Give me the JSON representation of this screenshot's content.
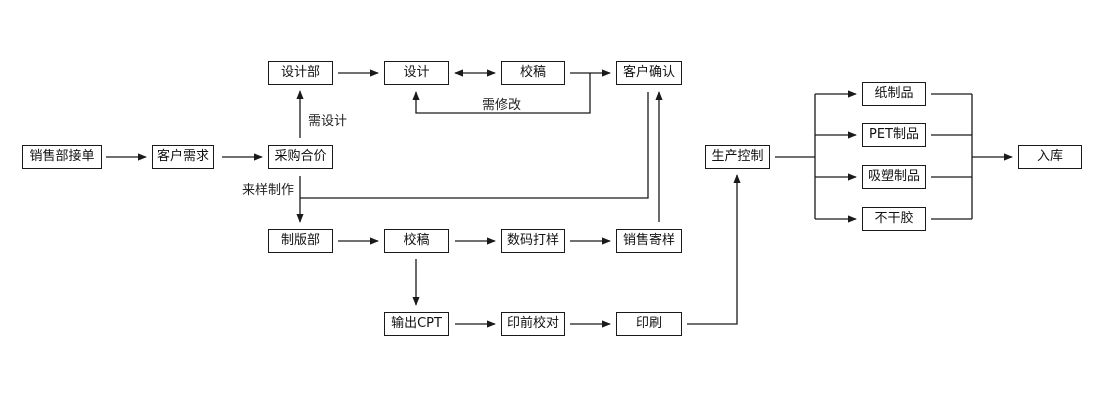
{
  "diagram": {
    "type": "flowchart",
    "colors": {
      "line": "#1a1a1a",
      "box_border": "#1a1a1a",
      "text": "#111111",
      "background": "#ffffff"
    },
    "nodes": {
      "sales_order": "销售部接单",
      "customer_needs": "客户需求",
      "purchase_quote": "采购合价",
      "design_dept": "设计部",
      "design": "设计",
      "proof_top": "校稿",
      "customer_confirm": "客户确认",
      "plate_dept": "制版部",
      "proof_mid": "校稿",
      "digital_proof": "数码打样",
      "sales_sample": "销售寄样",
      "output_cpt": "输出CPT",
      "prepress_check": "印前校对",
      "printing": "印刷",
      "production_control": "生产控制",
      "paper_products": "纸制品",
      "pet_products": "PET制品",
      "blister_products": "吸塑制品",
      "sticker": "不干胶",
      "warehousing": "入库"
    },
    "edge_labels": {
      "needs_design": "需设计",
      "needs_revision": "需修改",
      "sample_production": "来样制作"
    },
    "edges": [
      {
        "from": "sales_order",
        "to": "customer_needs"
      },
      {
        "from": "customer_needs",
        "to": "purchase_quote"
      },
      {
        "from": "purchase_quote",
        "to": "design_dept",
        "label": "needs_design"
      },
      {
        "from": "design_dept",
        "to": "design"
      },
      {
        "from": "design",
        "to": "proof_top",
        "bidirectional": true
      },
      {
        "from": "proof_top",
        "to": "customer_confirm"
      },
      {
        "from": "proof_top",
        "to": "design",
        "label": "needs_revision"
      },
      {
        "from": "purchase_quote",
        "to": "plate_dept",
        "label": "sample_production"
      },
      {
        "from": "customer_confirm",
        "to": "plate_dept"
      },
      {
        "from": "plate_dept",
        "to": "proof_mid"
      },
      {
        "from": "proof_mid",
        "to": "digital_proof"
      },
      {
        "from": "digital_proof",
        "to": "sales_sample"
      },
      {
        "from": "sales_sample",
        "to": "customer_confirm"
      },
      {
        "from": "proof_mid",
        "to": "output_cpt"
      },
      {
        "from": "output_cpt",
        "to": "prepress_check"
      },
      {
        "from": "prepress_check",
        "to": "printing"
      },
      {
        "from": "printing",
        "to": "production_control"
      },
      {
        "from": "production_control",
        "to": "paper_products"
      },
      {
        "from": "production_control",
        "to": "pet_products"
      },
      {
        "from": "production_control",
        "to": "blister_products"
      },
      {
        "from": "production_control",
        "to": "sticker"
      },
      {
        "from": "paper_products",
        "to": "warehousing"
      },
      {
        "from": "pet_products",
        "to": "warehousing"
      },
      {
        "from": "blister_products",
        "to": "warehousing"
      },
      {
        "from": "sticker",
        "to": "warehousing"
      }
    ]
  }
}
